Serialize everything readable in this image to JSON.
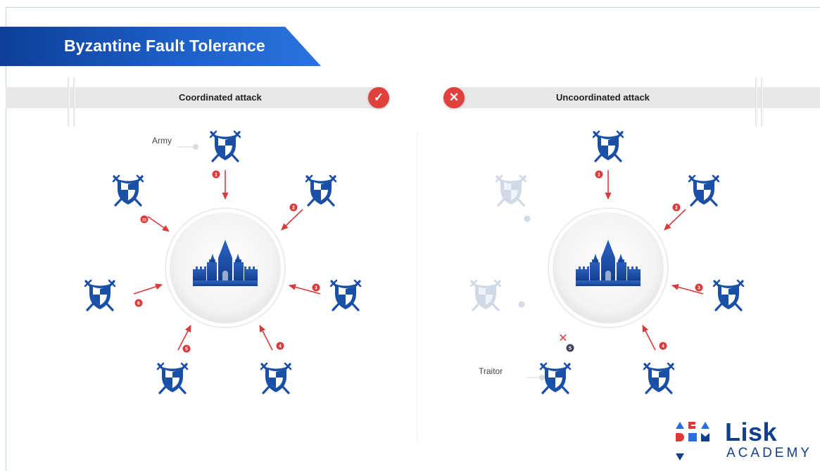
{
  "title": "Byzantine Fault Tolerance",
  "panels": {
    "left": {
      "label": "Coordinated attack",
      "status": "success",
      "status_icon": "check-icon"
    },
    "right": {
      "label": "Uncoordinated attack",
      "status": "failure",
      "status_icon": "x-icon"
    }
  },
  "callouts": {
    "army": "Army",
    "traitor": "Traitor"
  },
  "left_steps": [
    "1",
    "2",
    "3",
    "4",
    "5",
    "6",
    "22"
  ],
  "right_steps": [
    "1",
    "2",
    "3",
    "4",
    "5"
  ],
  "right_traitor_marker": "✕",
  "logo": {
    "name": "Lisk",
    "sub": "ACADEMY"
  },
  "colors": {
    "brand_blue": "#1a4fa8",
    "arrow_red": "#d93a3a",
    "status_red": "#e0413d",
    "faded_army": "#c9d3e2",
    "traitor_badge": "#3d4555"
  }
}
